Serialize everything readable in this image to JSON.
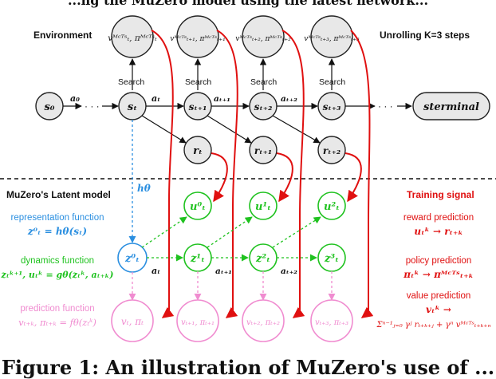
{
  "top_caption": "...ng the MuZero model using the latest network...",
  "bottom_caption": "Figure 1: An illustration of MuZero's use of ...",
  "labels": {
    "environment": "Environment",
    "unrolling": "Unrolling K=3 steps",
    "latent_model": "MuZero's Latent model",
    "training_signal": "Training signal",
    "search": "Search",
    "h_theta": "hθ",
    "ellipsis": "· · ·"
  },
  "functions": {
    "representation": {
      "name": "representation function",
      "formula": "z⁰ₜ = hθ(sₜ)"
    },
    "dynamics": {
      "name": "dynamics function",
      "formula": "zₜᵏ⁺¹, uₜᵏ = gθ(zₜᵏ, aₜ₊ₖ)"
    },
    "prediction": {
      "name": "prediction function",
      "formula": "vₜ₊ₖ, πₜ₊ₖ = fθ(zₜᵏ)"
    }
  },
  "signals": {
    "reward": {
      "name": "reward prediction",
      "formula": "uₜᵏ → rₜ₊ₖ"
    },
    "policy": {
      "name": "policy prediction",
      "formula": "πₜᵏ → πᴹᶜᵀˢₜ₊ₖ"
    },
    "value": {
      "name": "value prediction",
      "formula": "vₜᵏ →",
      "formula2": "Σⁿ⁻¹ⱼ₌₀ γʲ rₜ₊ₖ₊ⱼ + γⁿ vᴹᶜᵀˢₜ₊ₖ₊ₙ"
    }
  },
  "states": [
    "s₀",
    "sₜ",
    "sₜ₊₁",
    "sₜ₊₂",
    "sₜ₊₃",
    "sterminal"
  ],
  "actions": [
    "a₀",
    "aₜ",
    "aₜ₊₁",
    "aₜ₊₂"
  ],
  "rewards": [
    "rₜ",
    "rₜ₊₁",
    "rₜ₊₂"
  ],
  "mcts": [
    "vᴹᶜᵀˢₜ, πᴹᶜᵀˢₜ",
    "vᴹᶜᵀˢₜ₊₁, πᴹᶜᵀˢₜ₊₁",
    "vᴹᶜᵀˢₜ₊₂, πᴹᶜᵀˢₜ₊₂",
    "vᴹᶜᵀˢₜ₊₃, πᴹᶜᵀˢₜ₊₃"
  ],
  "latents": [
    "z⁰ₜ",
    "z¹ₜ",
    "z²ₜ",
    "z³ₜ"
  ],
  "rewards_pred": [
    "u⁰ₜ",
    "u¹ₜ",
    "u²ₜ"
  ],
  "latent_actions": [
    "aₜ",
    "aₜ₊₁",
    "aₜ₊₂"
  ],
  "predictions": [
    "vₜ, πₜ",
    "vₜ₊₁, πₜ₊₁",
    "vₜ₊₂, πₜ₊₂",
    "vₜ₊₃, πₜ₊₃"
  ],
  "colors": {
    "gray_node": "#e8e8e8",
    "blue": "#2b8fe0",
    "green": "#1fc21f",
    "pink": "#f08cd0",
    "red": "#e01010"
  }
}
